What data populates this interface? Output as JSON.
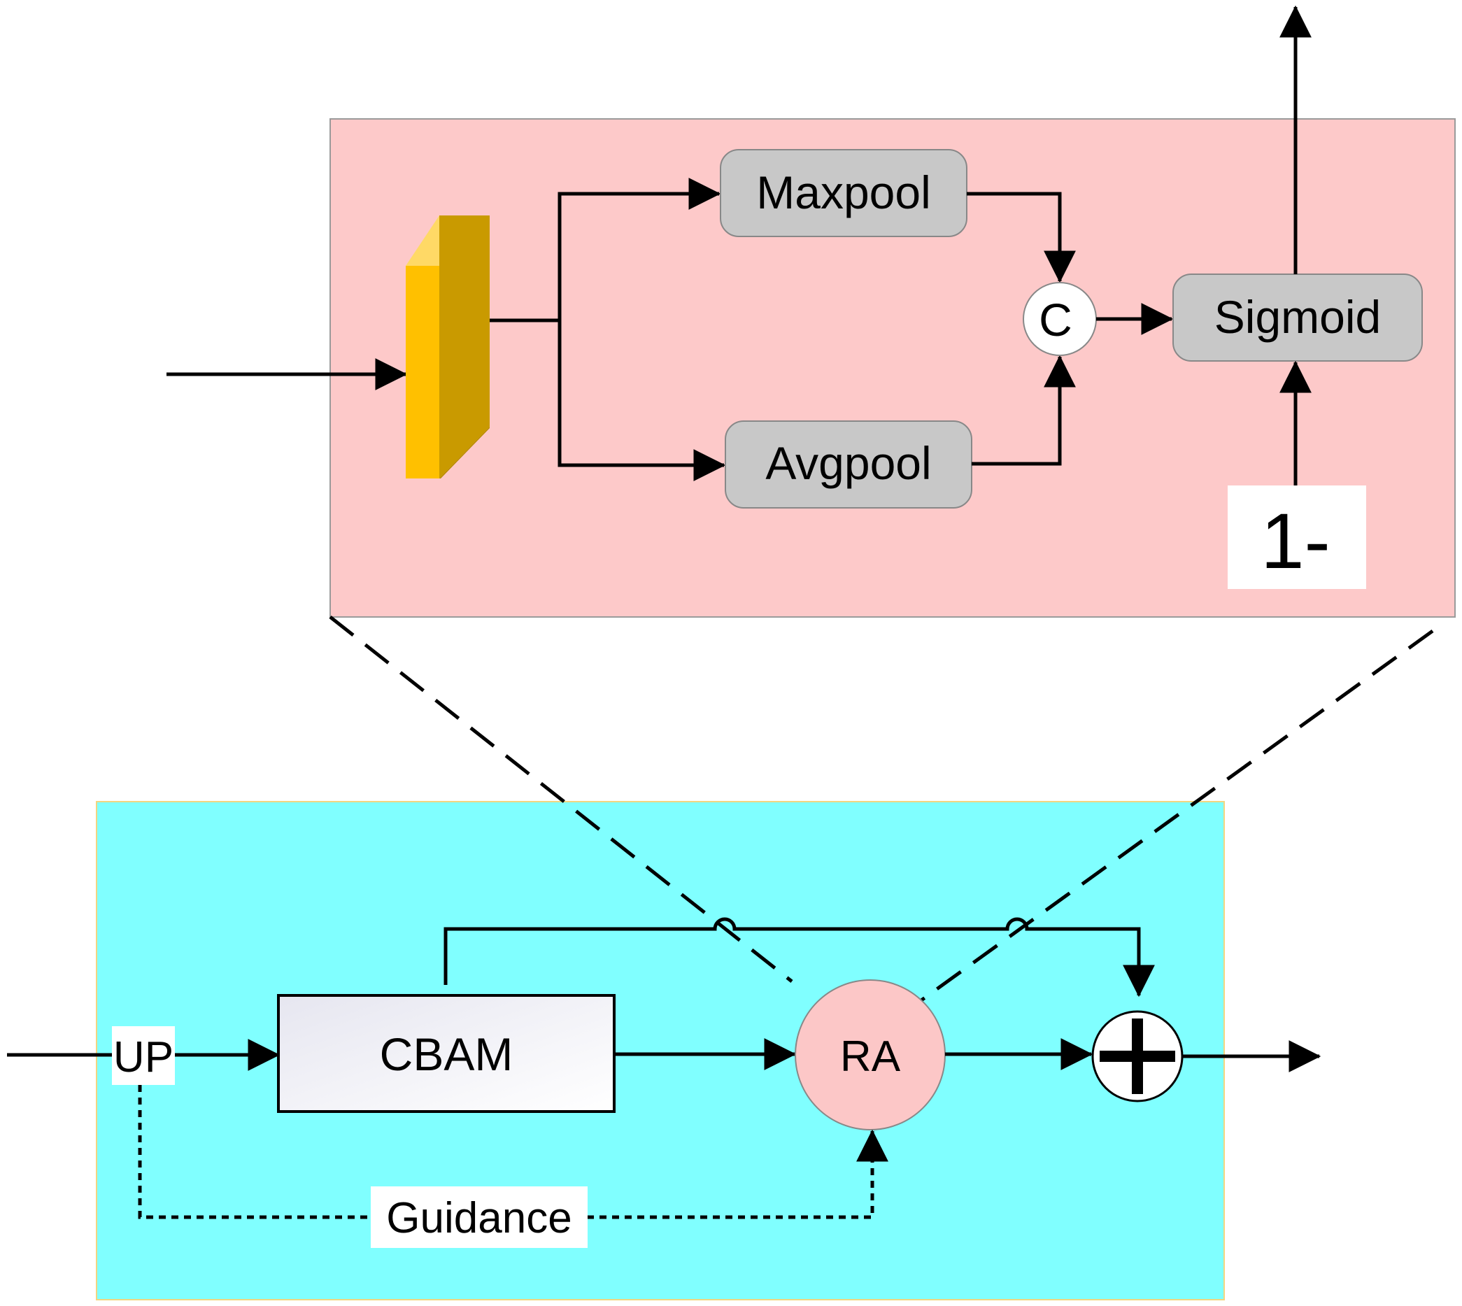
{
  "colors": {
    "top_panel_bg": "#fdc9c9",
    "bottom_panel_bg": "#80ffff",
    "bottom_panel_border": "#f2d580",
    "block_bg": "#c8c8c8",
    "feature_front": "#ffc000",
    "feature_side": "#c99a00",
    "feature_top": "#ffd966",
    "ra_fill": "#fcc7c7",
    "line": "#000000"
  },
  "top": {
    "maxpool_label": "Maxpool",
    "avgpool_label": "Avgpool",
    "concat_label": "C",
    "sigmoid_label": "Sigmoid",
    "one_minus_label": "1-"
  },
  "bottom": {
    "up_label": "UP",
    "cbam_label": "CBAM",
    "ra_label": "RA",
    "guidance_label": "Guidance"
  },
  "icons": {
    "feature_map": "feature-map-block-icon",
    "add": "plus-icon"
  }
}
